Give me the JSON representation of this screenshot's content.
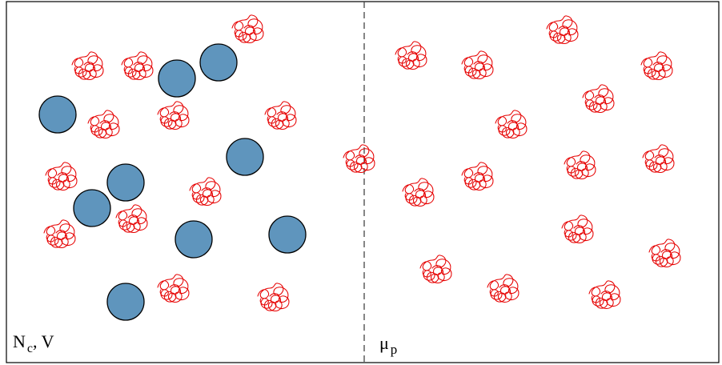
{
  "system_label": {
    "main": "N",
    "sub": "c",
    "rest": ", V"
  },
  "reservoir_label": {
    "main": "μ",
    "sub": "p"
  },
  "colors": {
    "colloid_fill": "#5f95bd",
    "polymer_stroke": "#e60000",
    "border": "#000000"
  },
  "icons": {
    "colloid": "colloid-sphere",
    "polymer": "polymer-coil"
  }
}
